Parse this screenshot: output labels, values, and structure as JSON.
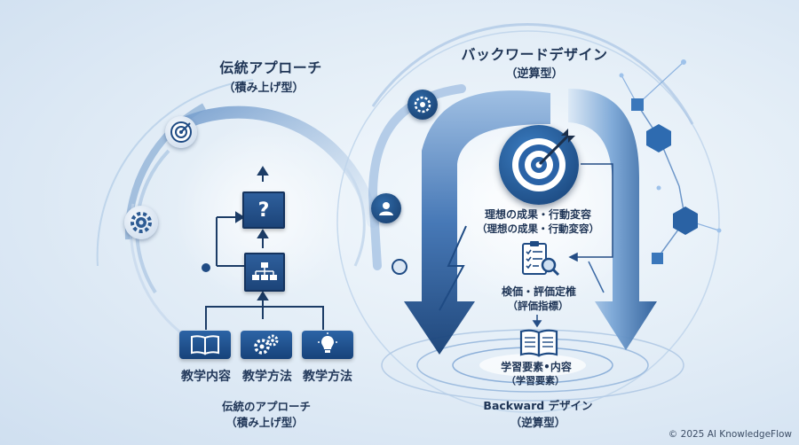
{
  "left": {
    "title": "伝統アプローチ",
    "subtitle": "（積み上げ型）",
    "top_box_glyph": "?",
    "bottom_items": [
      {
        "label": "教学内容",
        "icon": "book-icon"
      },
      {
        "label": "教学方法",
        "icon": "gears-icon"
      },
      {
        "label": "教学方法",
        "icon": "lightbulb-icon"
      }
    ],
    "caption": "伝統のアプローチ",
    "caption_sub": "（積み上げ型）"
  },
  "right": {
    "title": "バックワードデザイン",
    "subtitle": "（逆算型）",
    "goal_line1": "理想の成果・行動変容",
    "goal_line2": "（理想の成果・行動変容）",
    "assess_line1": "検価・評価定椎",
    "assess_line2": "（評価指標）",
    "content_line1": "学習要素•内容",
    "content_line2": "（学習要素）",
    "caption": "Backward デザイン",
    "caption_sub": "（逆算型）"
  },
  "copyright": "© 2025 AI KnowledgeFlow",
  "colors": {
    "dark_blue": "#1c4479",
    "mid_blue": "#2f6aa8",
    "light_blue": "#9fc0e3",
    "text": "#1f3556"
  }
}
